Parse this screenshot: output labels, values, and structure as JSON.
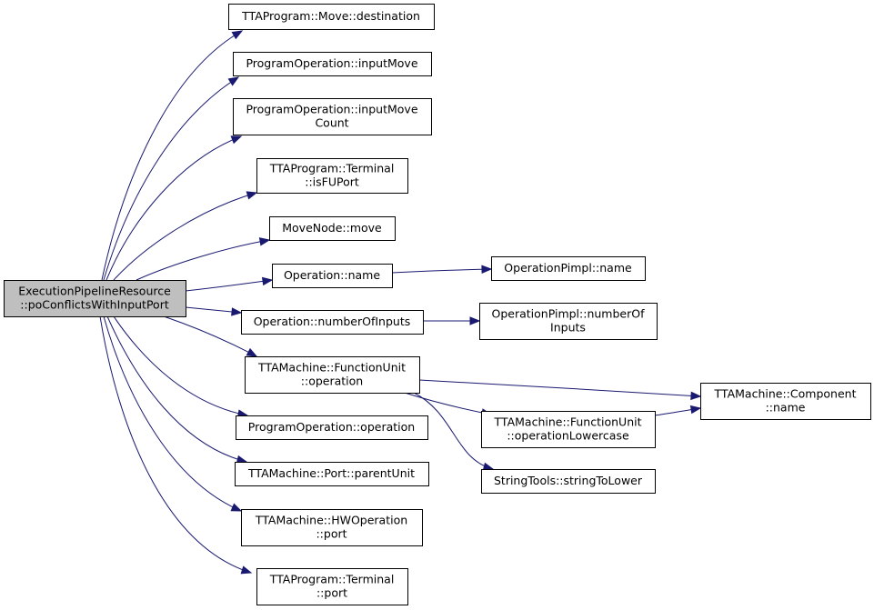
{
  "graph": {
    "root": {
      "id": "root",
      "lines": [
        "ExecutionPipelineResource",
        "::poConflictsWithInputPort"
      ]
    },
    "nodes": [
      {
        "id": "n_destination",
        "lines": [
          "TTAProgram::Move::destination"
        ]
      },
      {
        "id": "n_inputmove",
        "lines": [
          "ProgramOperation::inputMove"
        ]
      },
      {
        "id": "n_inputmovecount",
        "lines": [
          "ProgramOperation::inputMove",
          "Count"
        ]
      },
      {
        "id": "n_isfuport",
        "lines": [
          "TTAProgram::Terminal",
          "::isFUPort"
        ]
      },
      {
        "id": "n_move",
        "lines": [
          "MoveNode::move"
        ]
      },
      {
        "id": "n_opname",
        "lines": [
          "Operation::name"
        ]
      },
      {
        "id": "n_opnuminputs",
        "lines": [
          "Operation::numberOfInputs"
        ]
      },
      {
        "id": "n_fuoperation",
        "lines": [
          "TTAMachine::FunctionUnit",
          "::operation"
        ]
      },
      {
        "id": "n_progoperation",
        "lines": [
          "ProgramOperation::operation"
        ]
      },
      {
        "id": "n_parentunit",
        "lines": [
          "TTAMachine::Port::parentUnit"
        ]
      },
      {
        "id": "n_hwport",
        "lines": [
          "TTAMachine::HWOperation",
          "::port"
        ]
      },
      {
        "id": "n_termport",
        "lines": [
          "TTAProgram::Terminal",
          "::port"
        ]
      },
      {
        "id": "n_implname",
        "lines": [
          "OperationPimpl::name"
        ]
      },
      {
        "id": "n_implnuminputs",
        "lines": [
          "OperationPimpl::numberOf",
          "Inputs"
        ]
      },
      {
        "id": "n_compname",
        "lines": [
          "TTAMachine::Component",
          "::name"
        ]
      },
      {
        "id": "n_oplower",
        "lines": [
          "TTAMachine::FunctionUnit",
          "::operationLowercase"
        ]
      },
      {
        "id": "n_strtolower",
        "lines": [
          "StringTools::stringToLower"
        ]
      }
    ],
    "edges": [
      {
        "from": "root",
        "to": "n_destination"
      },
      {
        "from": "root",
        "to": "n_inputmove"
      },
      {
        "from": "root",
        "to": "n_inputmovecount"
      },
      {
        "from": "root",
        "to": "n_isfuport"
      },
      {
        "from": "root",
        "to": "n_move"
      },
      {
        "from": "root",
        "to": "n_opname"
      },
      {
        "from": "root",
        "to": "n_opnuminputs"
      },
      {
        "from": "root",
        "to": "n_fuoperation"
      },
      {
        "from": "root",
        "to": "n_progoperation"
      },
      {
        "from": "root",
        "to": "n_parentunit"
      },
      {
        "from": "root",
        "to": "n_hwport"
      },
      {
        "from": "root",
        "to": "n_termport"
      },
      {
        "from": "n_opname",
        "to": "n_implname"
      },
      {
        "from": "n_opnuminputs",
        "to": "n_implnuminputs"
      },
      {
        "from": "n_fuoperation",
        "to": "n_compname"
      },
      {
        "from": "n_fuoperation",
        "to": "n_oplower"
      },
      {
        "from": "n_fuoperation",
        "to": "n_strtolower"
      },
      {
        "from": "n_oplower",
        "to": "n_compname"
      }
    ],
    "colors": {
      "edge": "#191970",
      "root_fill": "#bfbfbf",
      "node_fill": "#ffffff",
      "border": "#000000"
    }
  }
}
